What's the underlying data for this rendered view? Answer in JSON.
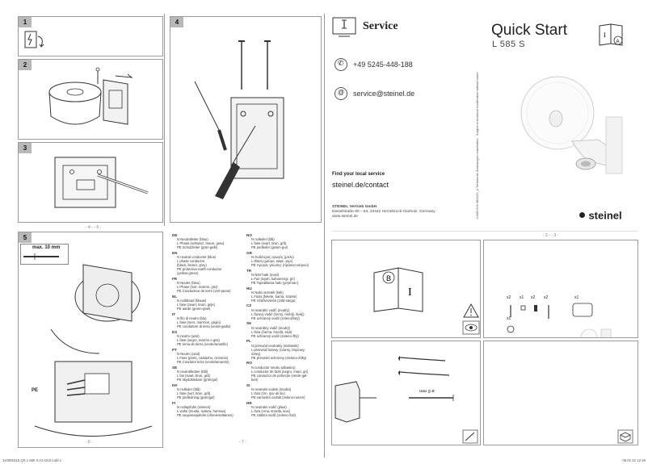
{
  "steps": {
    "s1": "1",
    "s2": "2",
    "s3": "3",
    "s4": "4",
    "s5": "5",
    "max_label": "max. 10 mm",
    "pe_label": "PE"
  },
  "page_numbers": {
    "p4_5": "- 4 - - 5 -",
    "p6": "- 6 -",
    "p7": "- 7 -",
    "p2_3": "- 2 - - 3 -"
  },
  "wiring": {
    "col1": [
      {
        "lang": "DE",
        "lines": [
          "N Neutralleiter (blau)",
          "L Phase (schwarz, braun, grau)",
          "PE Schutzleiter (grün-gelb)"
        ]
      },
      {
        "lang": "EN",
        "lines": [
          "N neutral conductor (blue)",
          "L phase conductor",
          "(black, brown, grey)",
          "PE protective-earth conductor",
          "(yellow-green)"
        ]
      },
      {
        "lang": "FR",
        "lines": [
          "N Neutre (bleu)",
          "L Phase (noir, marron, gris)",
          "PE Conducteur de terre (vert-jaune)"
        ]
      },
      {
        "lang": "NL",
        "lines": [
          "N nulldraad (blauw)",
          "L fase (zwart, bruin, grijs)",
          "PE aarde (groen-geel)"
        ]
      },
      {
        "lang": "IT",
        "lines": [
          "N filo di neutro (blu)",
          "L fase (nero, marrone, grigio)",
          "PE conduttore di terra (verde-giallo)"
        ]
      },
      {
        "lang": "ES",
        "lines": [
          "N neutro (azul)",
          "L fase (negro, marrón o gris)",
          "PE toma de tierra (verde/amarillo)"
        ]
      },
      {
        "lang": "PT",
        "lines": [
          "N Neutro (azul)",
          "L Fase (preto, castanho, cinzento)",
          "PE Condutor terra (verde/amarelo)"
        ]
      },
      {
        "lang": "SE",
        "lines": [
          "N neutralledare (blå)",
          "L fas (svart, brun, grå)",
          "PE skyddsledare (grön/gul)"
        ]
      },
      {
        "lang": "DK",
        "lines": [
          "N nulleder (blå)",
          "L fase (sort, brun, grå)",
          "PE jordledning (grøn/gul)"
        ]
      },
      {
        "lang": "FI",
        "lines": [
          "N nollajohdin (sininen)",
          "L vaihe (musta, ruskea, harmaa)",
          "PE suojamaajohdin (vihreä-keltainen)"
        ]
      }
    ],
    "col2": [
      {
        "lang": "NO",
        "lines": [
          "N nulleder (blå)",
          "L fase (svart, brun, grå)",
          "PE jordleder (grønn-gul)"
        ]
      },
      {
        "lang": "GR",
        "lines": [
          "N Ουδέτερος αγωγός (μπλε)",
          "L Φάση (μαύρο, καφέ, γκρι)",
          "PE Αγωγός γείωσης (πράσινο-κίτρινο)"
        ]
      },
      {
        "lang": "TR",
        "lines": [
          "N Nötr hattı (mavi)",
          "L Faz (siyah, kahverengi, gri)",
          "PE Topraklama hattı (yeşil-sarı)"
        ]
      },
      {
        "lang": "HU",
        "lines": [
          "N Nulla vezeték (kék)",
          "L Fázis (fekete, barna, szürke)",
          "PE Védővezeték (zöld-sárga)"
        ]
      },
      {
        "lang": "CZ",
        "lines": [
          "N neutrální vodič (modrý)",
          "L fázový vodič (černý, hnědý, šedý)",
          "PE ochranný vodič (zelenožlutý)"
        ]
      },
      {
        "lang": "SK",
        "lines": [
          "N neutrálny vodič (modrý)",
          "L fáza (čierna, hnedá, sivá)",
          "PE ochranný vodič (zeleno-žltý)"
        ]
      },
      {
        "lang": "PL",
        "lines": [
          "N przewód neutralny (niebieski)",
          "L przewód fazowy (czarny, brązowy,",
          "szary)",
          "PE przewód ochronny (zielono-żółty)"
        ]
      },
      {
        "lang": "RO",
        "lines": [
          "N conductor neutru (albastru)",
          "L conductor de fază (negru, maro, gri)",
          "PE conductor de protecție (verde-gal-",
          "ben)"
        ]
      },
      {
        "lang": "SI",
        "lines": [
          "N nevtralni vodnik (modra)",
          "L faza (črn, rjav ali siv)",
          "PE varnostni vodnik (zeleno-rumen)"
        ]
      },
      {
        "lang": "HR",
        "lines": [
          "N neutralni vodič (plavi)",
          "L faza (crna, smeđa, siva)",
          "PE zaštitni vodič (zeleno-žuti)"
        ]
      }
    ]
  },
  "service": {
    "title": "Service",
    "phone": "+49 5245-448-188",
    "email": "service@steinel.de",
    "find_label": "Find your local service",
    "find_url": "steinel.de/contact",
    "company": "STEINEL Vertrieb GmbH",
    "address": "Dieselstraße 80 – 84, 33442 Herzebrock-Clarholz, Germany",
    "web": "www.steinel.de"
  },
  "cover": {
    "title": "Quick Start",
    "model": "L 585 S",
    "brand": "steinel",
    "vertical_note": "110081516 08/2022_A  Technische Änderungen vorbehalten · Subject to technical modification without notice"
  },
  "parts": {
    "qty": [
      "x2",
      "x1",
      "x2",
      "x2",
      "x1",
      "x1",
      "x1"
    ],
    "drill_label": "ø 6 mm"
  },
  "footer": {
    "left": "110081516 QS L 585 S A3 DLE.indd 1",
    "right": "05.01.22  12:46"
  },
  "colors": {
    "header_gray": "#b8b8b8",
    "border": "#9a9a9a",
    "text": "#222222"
  }
}
